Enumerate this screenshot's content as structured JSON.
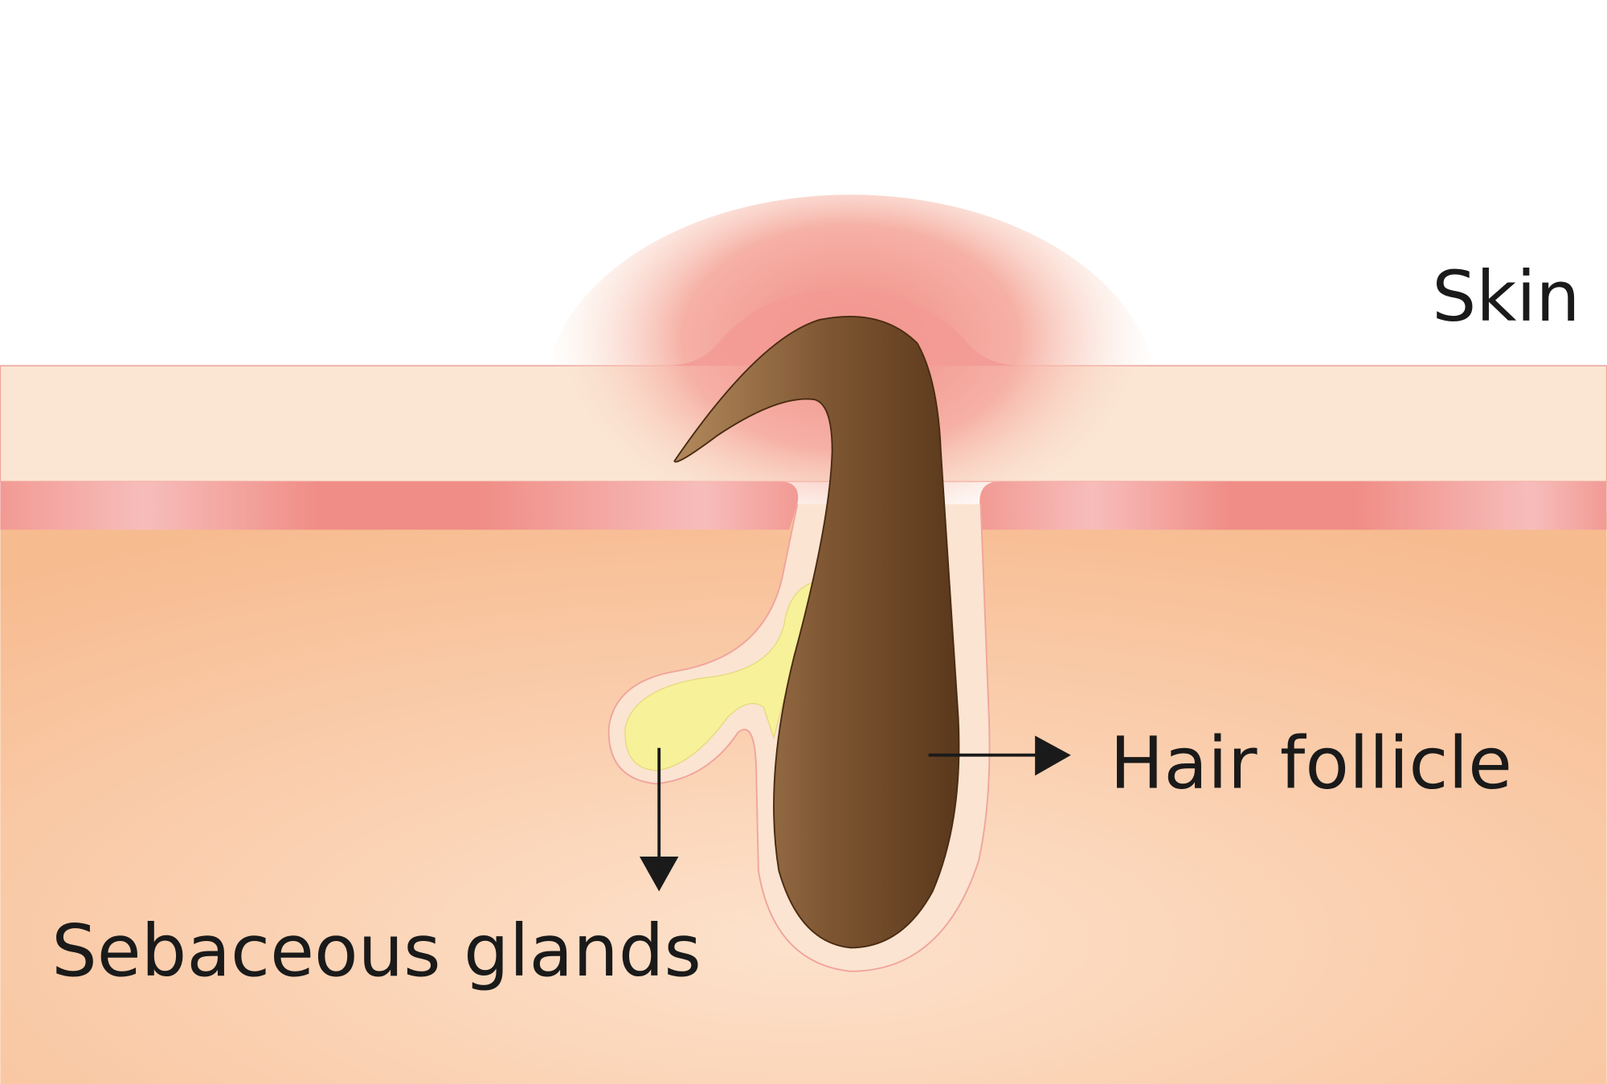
{
  "labels": {
    "skin": "Skin",
    "hair_follicle": "Hair follicle",
    "sebaceous_glands": "Sebaceous glands"
  },
  "colors": {
    "epidermis": "#fbe6d4",
    "dermis_band": "#f08d86",
    "subcutis": "#f8c09a",
    "inflamed": "#f29a93",
    "hair_light": "#b08458",
    "hair_dark": "#5e3c1e",
    "sebum": "#f7f19a",
    "text": "#1a1a1a"
  }
}
